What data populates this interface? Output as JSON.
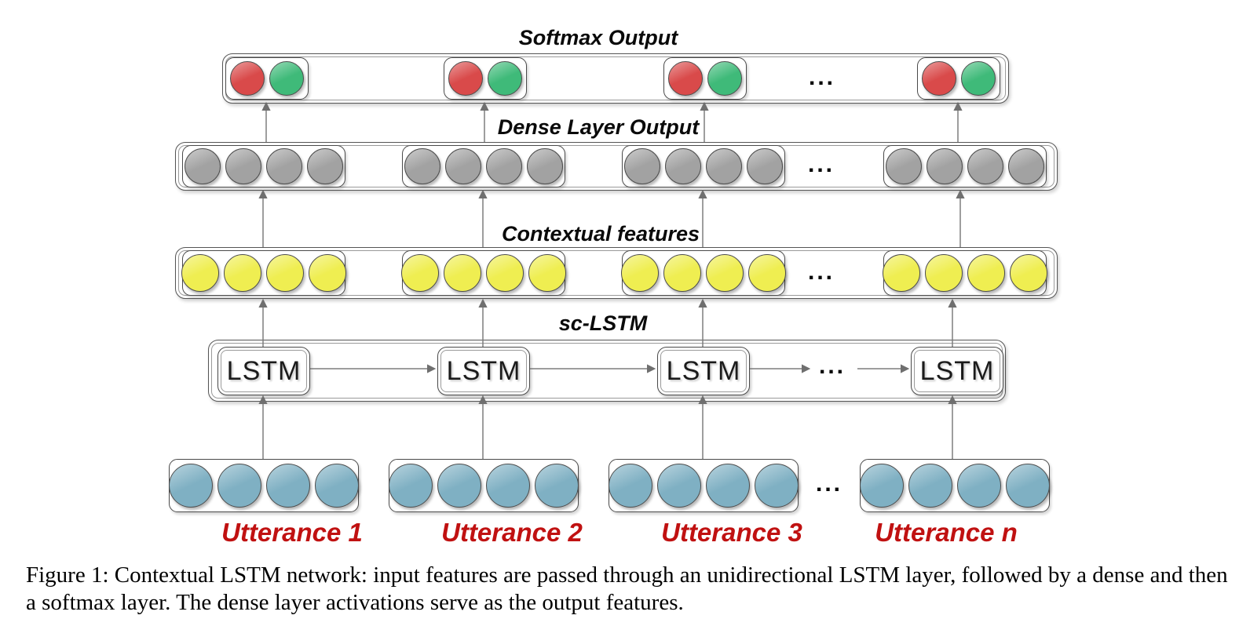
{
  "figure": {
    "labels": {
      "softmax": "Softmax Output",
      "dense": "Dense Layer Output",
      "contextual": "Contextual features",
      "sc_lstm": "sc-LSTM"
    },
    "lstm_unit_label": "LSTM",
    "ellipsis": "...",
    "utterances": [
      "Utterance 1",
      "Utterance 2",
      "Utterance 3",
      "Utterance n"
    ],
    "colors": {
      "softmax_red": "#d94a4a",
      "softmax_green": "#3fba79",
      "dense_gray": "#a2a2a2",
      "contextual_yellow": "#efee51",
      "input_blue": "#7fb0c3",
      "utterance_label": "#c01111"
    }
  },
  "caption": "Figure 1: Contextual LSTM network: input features are passed through an unidirectional LSTM layer, followed by a dense and then a softmax layer. The dense layer activations serve as the output features."
}
